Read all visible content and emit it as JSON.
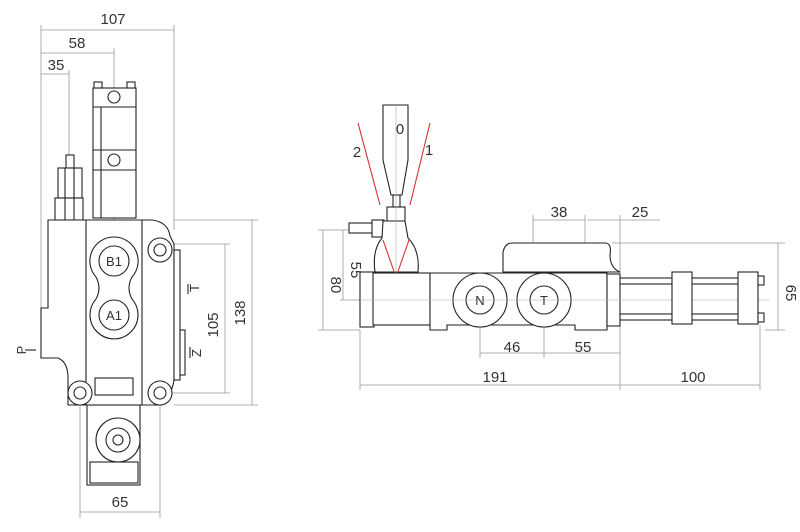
{
  "front_view": {
    "dimensions": {
      "overall_width": "107",
      "lever_offset": "58",
      "relief_offset": "35",
      "height": "138",
      "hole_spacing_vertical": "105",
      "hole_spacing_horizontal": "65"
    },
    "ports": {
      "b1": "B1",
      "a1": "A1",
      "p": "P",
      "t": "T",
      "z": "Z"
    }
  },
  "side_view": {
    "dimensions": {
      "cap_width": "38",
      "cap_offset": "25",
      "height_overall": "80",
      "pivot_height": "55",
      "body_height": "65",
      "port_spacing": "46",
      "port_to_end": "55",
      "body_length": "191",
      "spring_length": "100"
    },
    "ports": {
      "n": "N",
      "t": "T"
    },
    "lever_positions": {
      "neutral": "0",
      "pos1": "1",
      "pos2": "2"
    },
    "lever_line_color": "#d33333"
  }
}
